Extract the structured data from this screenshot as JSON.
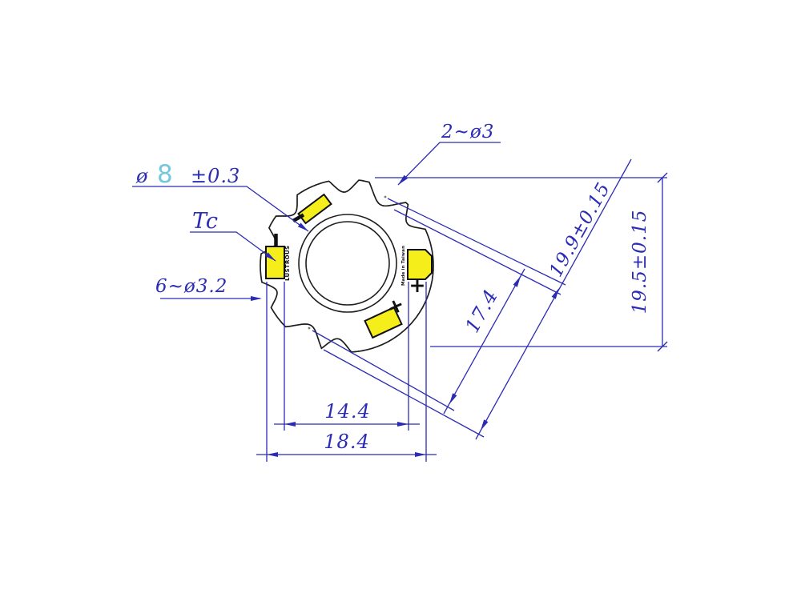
{
  "drawing": {
    "type": "COB LED module mechanical dimension drawing",
    "labels": {
      "mounting_holes": "2~ø3",
      "emitter_dia_prefix": "ø",
      "emitter_dia_value": "8",
      "emitter_dia_tolerance": "±0.3",
      "thermal_point": "Tc",
      "edge_notches": "6~ø3.2"
    },
    "dimensions": {
      "pad_inner_span": "14.4",
      "pad_outer_span": "18.4",
      "board_height": "19.5±0.15",
      "hole_span_inner": "17.4",
      "hole_span_outer": "19.9±0.15"
    },
    "pad_markings": {
      "brand": "LUSTROUS",
      "origin": "Made in Taiwan",
      "plus": "+",
      "minus": "-"
    },
    "colors": {
      "dimension_blue": "#2b2bb5",
      "highlight_cyan": "#73c8de",
      "pad_yellow": "#f6ee1b",
      "outline_black": "#1d1d1d",
      "background": "#ffffff"
    }
  }
}
